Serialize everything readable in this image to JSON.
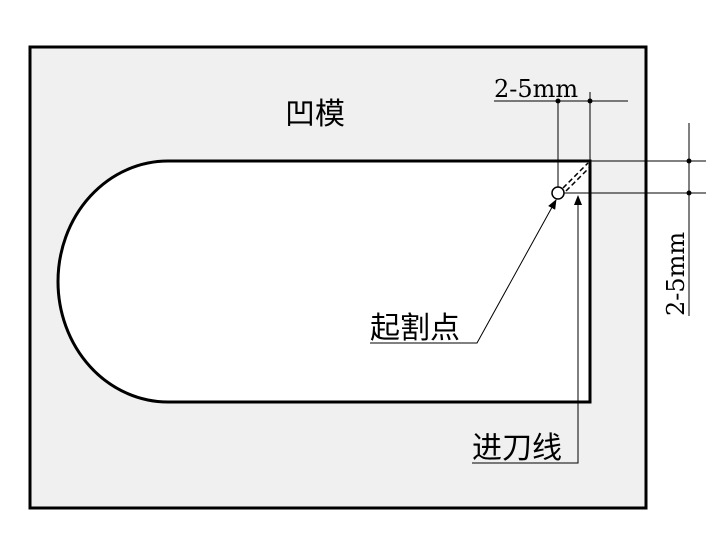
{
  "labels": {
    "die": "凹模",
    "start_point": "起割点",
    "entry_line": "进刀线",
    "dim_horizontal": "2-5mm",
    "dim_vertical": "2-5mm"
  },
  "colors": {
    "die_fill": "#f0f0f0",
    "cavity_fill": "#ffffff",
    "line": "#000000"
  }
}
